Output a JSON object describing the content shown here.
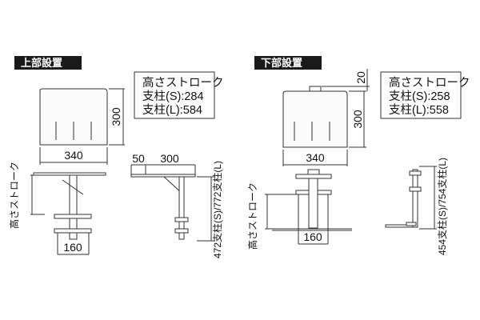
{
  "left": {
    "title": "上部設置",
    "specs": [
      "高さストローク",
      "支柱(S):284",
      "支柱(L):584"
    ],
    "dims": {
      "width": "340",
      "height": "300",
      "offset": "50",
      "depth": "300",
      "base": "160"
    },
    "stroke_label": "高さストローク",
    "pole_label": "472支柱(S)/772支柱(L)"
  },
  "right": {
    "title": "下部設置",
    "specs": [
      "高さストローク",
      "支柱(S):258",
      "支柱(L):558"
    ],
    "dims": {
      "width": "340",
      "height": "300",
      "top": "20",
      "base": "160"
    },
    "stroke_label": "高さストローク",
    "pole_label": "454支柱(S)/754支柱(L)"
  },
  "colors": {
    "header_bg": "#1a1a1a",
    "line": "#333333",
    "panel_fill": "#fafafa"
  }
}
